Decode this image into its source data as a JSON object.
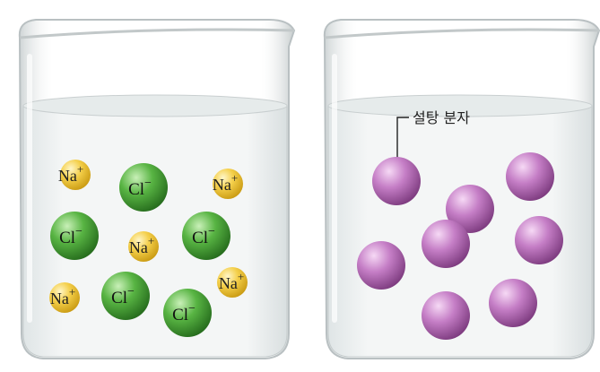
{
  "left_beaker": {
    "ions": [
      {
        "symbol": "Na",
        "charge": "+",
        "kind": "na"
      },
      {
        "symbol": "Cl",
        "charge": "−",
        "kind": "cl"
      },
      {
        "symbol": "Na",
        "charge": "+",
        "kind": "na"
      },
      {
        "symbol": "Cl",
        "charge": "−",
        "kind": "cl"
      },
      {
        "symbol": "Na",
        "charge": "+",
        "kind": "na"
      },
      {
        "symbol": "Cl",
        "charge": "−",
        "kind": "cl"
      },
      {
        "symbol": "Na",
        "charge": "+",
        "kind": "na"
      },
      {
        "symbol": "Na",
        "charge": "+",
        "kind": "na"
      },
      {
        "symbol": "Cl",
        "charge": "−",
        "kind": "cl"
      },
      {
        "symbol": "Cl",
        "charge": "−",
        "kind": "cl"
      }
    ]
  },
  "right_beaker": {
    "label": "설탕 분자",
    "molecule_count": 8
  },
  "colors": {
    "na": "#f2c53a",
    "cl": "#4aa83b",
    "sugar": "#b764b8",
    "water": "#eef2f2",
    "glass_edge": "#b9c0c2"
  }
}
